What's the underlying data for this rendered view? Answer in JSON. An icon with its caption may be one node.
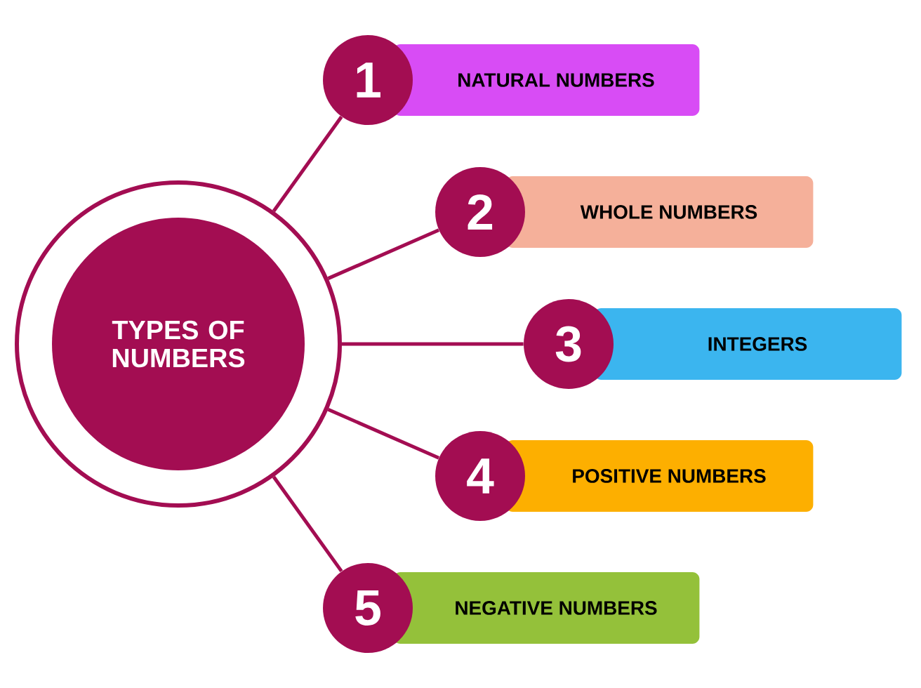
{
  "diagram": {
    "nodes": [
      {
        "text": [
          "TYPES OF NUMBERS"
        ]
      },
      {
        "text": [
          "1"
        ]
      },
      {
        "text": [
          "NATURAL NUMBERS"
        ]
      },
      {
        "text": [
          "2"
        ]
      },
      {
        "text": [
          "WHOLE NUMBERS"
        ]
      },
      {
        "text": [
          "3"
        ]
      },
      {
        "text": [
          "INTEGERS"
        ]
      },
      {
        "text": [
          "4"
        ]
      },
      {
        "text": [
          "POSITIVE NUMBERS"
        ]
      },
      {
        "text": [
          "5"
        ]
      },
      {
        "text": [
          "NEGATIVE NUMBERS"
        ]
      }
    ],
    "edges": [
      {
        "from": 0,
        "to": 1,
        "arrow": "none"
      },
      {
        "from": 0,
        "to": 3,
        "arrow": "none"
      },
      {
        "from": 0,
        "to": 5,
        "arrow": "none"
      },
      {
        "from": 0,
        "to": 7,
        "arrow": "none"
      },
      {
        "from": 0,
        "to": 9,
        "arrow": "none"
      }
    ]
  }
}
